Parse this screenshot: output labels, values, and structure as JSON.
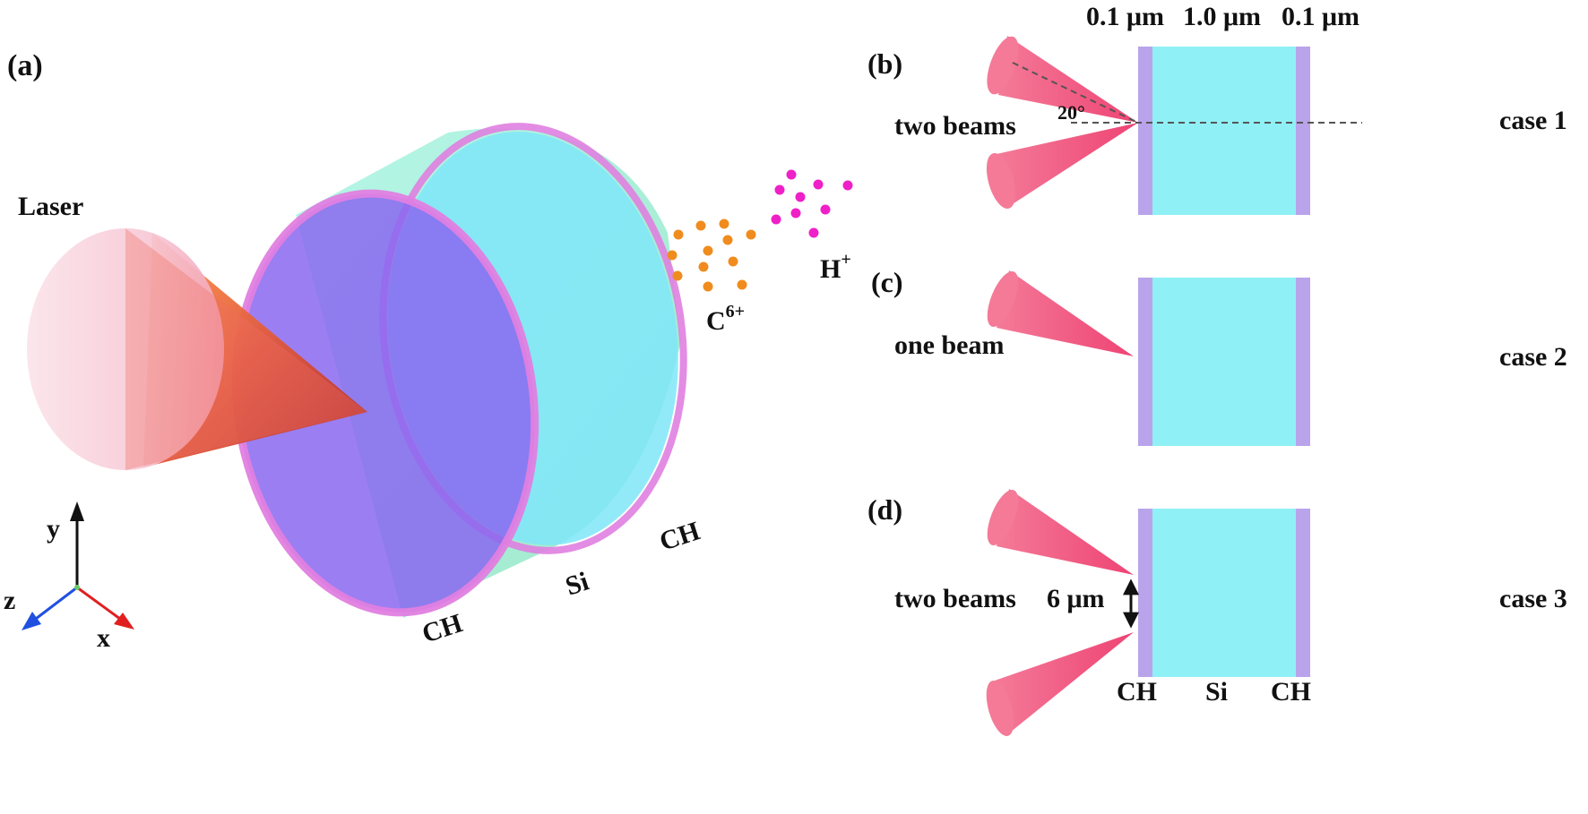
{
  "panels": {
    "a": {
      "tag": "(a)",
      "laser": "Laser",
      "layer_front": "CH",
      "layer_mid": "Si",
      "layer_back": "CH",
      "ion_c": "C",
      "ion_c_charge": "6+",
      "ion_h": "H",
      "ion_h_charge": "+",
      "axis_x": "x",
      "axis_y": "y",
      "axis_z": "z"
    },
    "b": {
      "tag": "(b)",
      "beams": "two beams",
      "angle": "20°",
      "case": "case 1"
    },
    "c": {
      "tag": "(c)",
      "beams": "one beam",
      "case": "case 2"
    },
    "d": {
      "tag": "(d)",
      "beams": "two beams",
      "spacing": "6 μm",
      "case": "case 3"
    }
  },
  "thickness_labels": [
    "0.1 μm",
    "1.0 μm",
    "0.1 μm"
  ],
  "bottom_labels": [
    "CH",
    "Si",
    "CH"
  ],
  "colors": {
    "beam": "#f0557a",
    "ch_layer": "#b9a3ea",
    "si_layer": "#8ff0f5",
    "cylinder_front": "#8a67f0",
    "cylinder_back": "#7fe6f8",
    "carbon_ion": "#f08c1e",
    "proton": "#f020c8"
  }
}
